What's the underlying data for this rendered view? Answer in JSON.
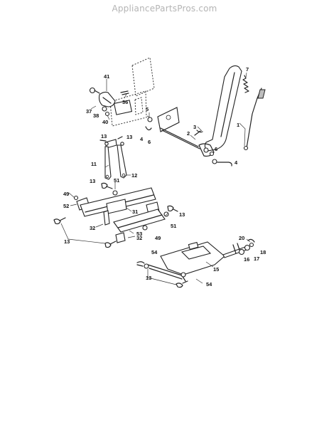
{
  "watermark": "AppliancePartsPros.com",
  "diagram": {
    "callouts": [
      {
        "id": "c-41",
        "label": "41"
      },
      {
        "id": "c-36",
        "label": "36"
      },
      {
        "id": "c-37",
        "label": "37"
      },
      {
        "id": "c-38",
        "label": "38"
      },
      {
        "id": "c-40",
        "label": "40"
      },
      {
        "id": "c-5",
        "label": "5"
      },
      {
        "id": "c-4a",
        "label": "4"
      },
      {
        "id": "c-6a",
        "label": "6"
      },
      {
        "id": "c-13a",
        "label": "13"
      },
      {
        "id": "c-13b",
        "label": "13"
      },
      {
        "id": "c-3",
        "label": "3"
      },
      {
        "id": "c-2",
        "label": "2"
      },
      {
        "id": "c-1",
        "label": "1"
      },
      {
        "id": "c-7",
        "label": "7"
      },
      {
        "id": "c-6b",
        "label": "6"
      },
      {
        "id": "c-4b",
        "label": "4"
      },
      {
        "id": "c-11",
        "label": "11"
      },
      {
        "id": "c-12",
        "label": "12"
      },
      {
        "id": "c-13c",
        "label": "13"
      },
      {
        "id": "c-51a",
        "label": "51"
      },
      {
        "id": "c-49a",
        "label": "49"
      },
      {
        "id": "c-52",
        "label": "52"
      },
      {
        "id": "c-31",
        "label": "31"
      },
      {
        "id": "c-13d",
        "label": "13"
      },
      {
        "id": "c-51b",
        "label": "51"
      },
      {
        "id": "c-32a",
        "label": "32"
      },
      {
        "id": "c-32b",
        "label": "32"
      },
      {
        "id": "c-53",
        "label": "53"
      },
      {
        "id": "c-49b",
        "label": "49"
      },
      {
        "id": "c-13e",
        "label": "13"
      },
      {
        "id": "c-20",
        "label": "20"
      },
      {
        "id": "c-18",
        "label": "18"
      },
      {
        "id": "c-54a",
        "label": "54"
      },
      {
        "id": "c-16",
        "label": "16"
      },
      {
        "id": "c-17",
        "label": "17"
      },
      {
        "id": "c-15",
        "label": "15"
      },
      {
        "id": "c-13f",
        "label": "13"
      },
      {
        "id": "c-54b",
        "label": "54"
      }
    ]
  }
}
